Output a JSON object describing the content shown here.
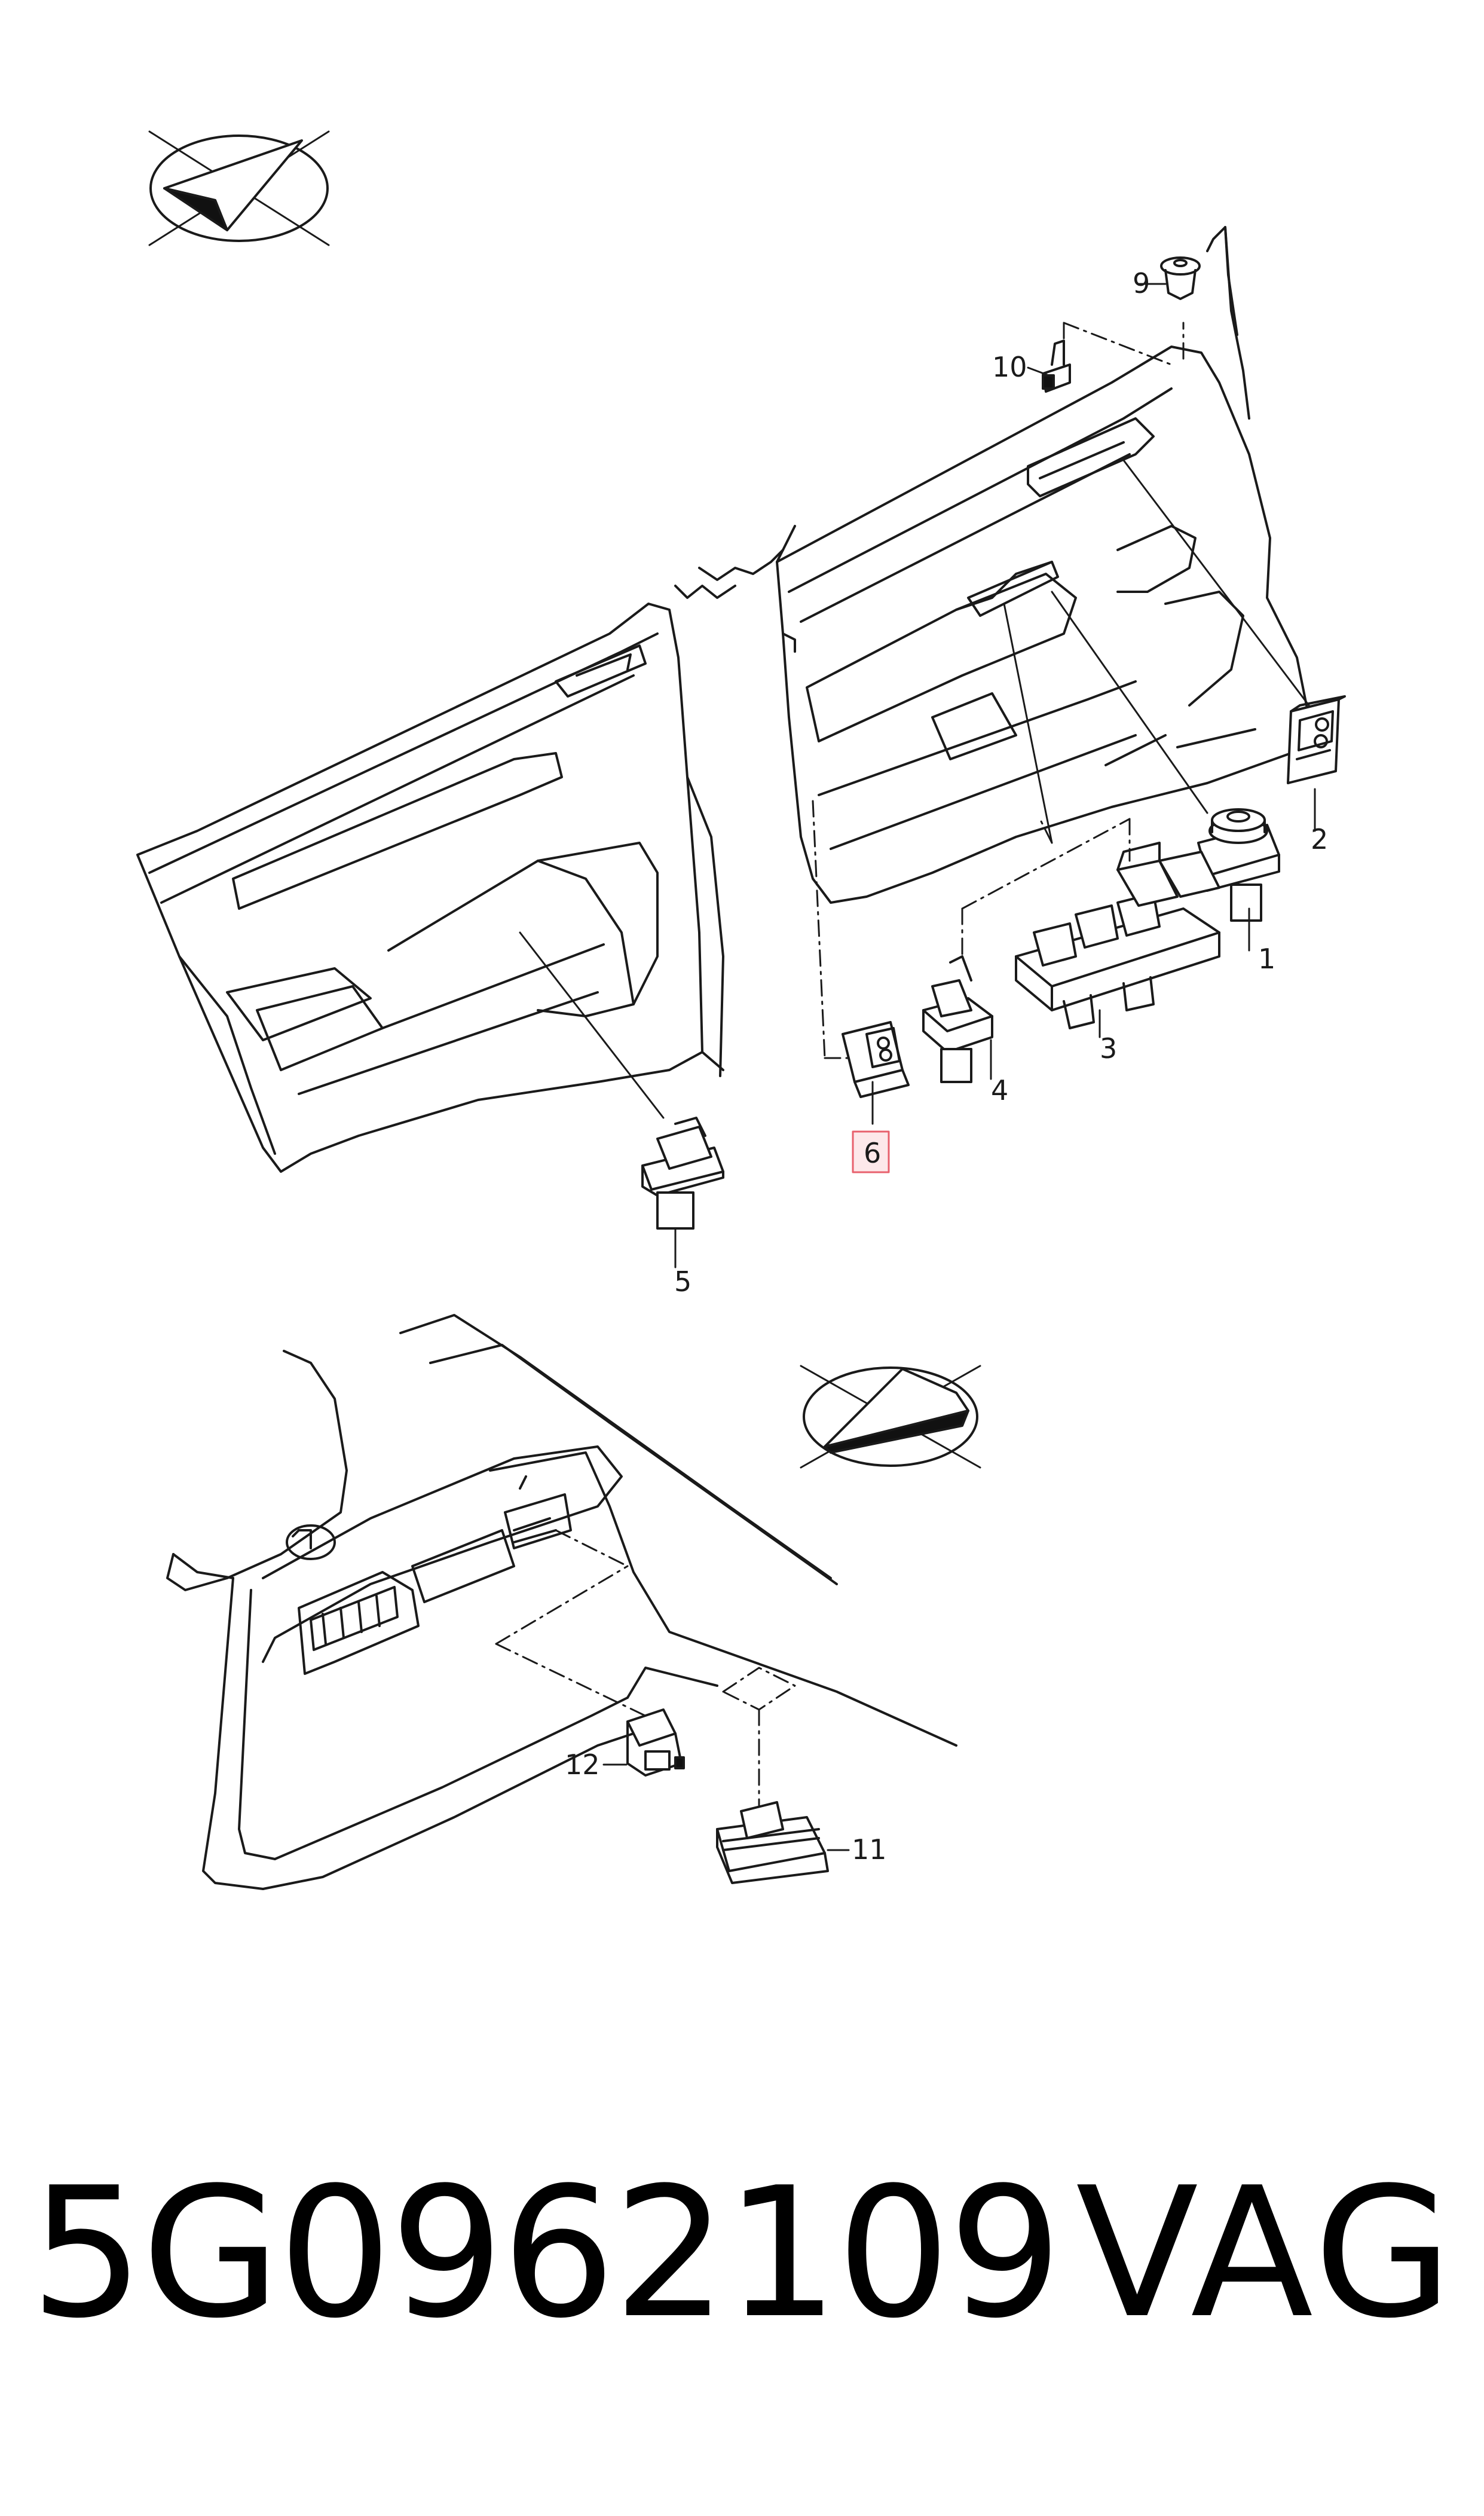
{
  "diagram": {
    "callouts": [
      {
        "id": "callout-1",
        "label": "1"
      },
      {
        "id": "callout-2",
        "label": "2"
      },
      {
        "id": "callout-3",
        "label": "3"
      },
      {
        "id": "callout-4",
        "label": "4"
      },
      {
        "id": "callout-5",
        "label": "5"
      },
      {
        "id": "callout-6",
        "label": "6",
        "highlighted": true
      },
      {
        "id": "callout-9",
        "label": "9"
      },
      {
        "id": "callout-10",
        "label": "10"
      },
      {
        "id": "callout-11",
        "label": "11"
      },
      {
        "id": "callout-12",
        "label": "12"
      }
    ],
    "highlight_color": "#e8616d",
    "highlight_fill": "#fde8ea",
    "line_color": "#1a1a1a"
  },
  "footer": {
    "part_number": "5G0962109",
    "brand": "VAG"
  }
}
